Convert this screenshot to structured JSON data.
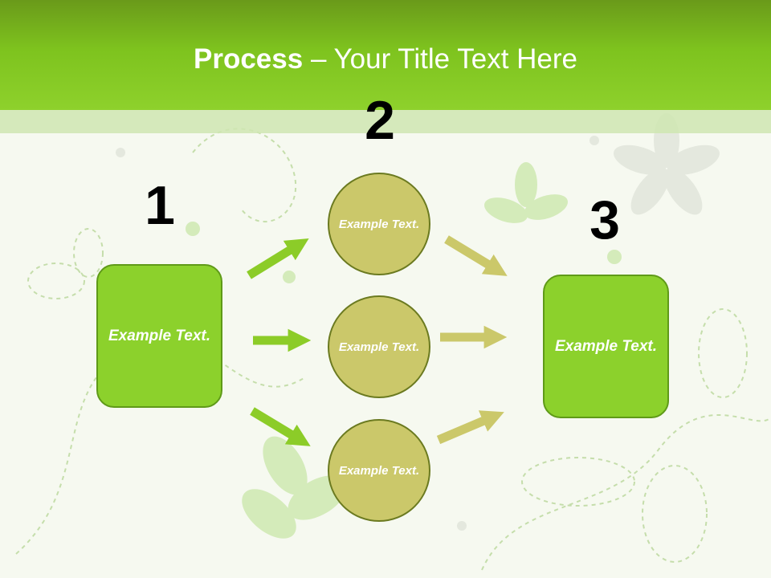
{
  "title": {
    "strong": "Process",
    "rest": " – Your Title Text Here"
  },
  "steps": [
    {
      "number": "1"
    },
    {
      "number": "2"
    },
    {
      "number": "3"
    }
  ],
  "left_box": {
    "text": "Example Text."
  },
  "middle_circles": [
    {
      "text": "Example Text."
    },
    {
      "text": "Example Text."
    },
    {
      "text": "Example Text."
    }
  ],
  "right_box": {
    "text": "Example Text."
  },
  "colors": {
    "header_green": "#7ec31e",
    "box_green": "#8cd12c",
    "circle_olive": "#cbc86a",
    "arrow_green": "#8ccc28",
    "arrow_olive": "#cbc86a"
  }
}
